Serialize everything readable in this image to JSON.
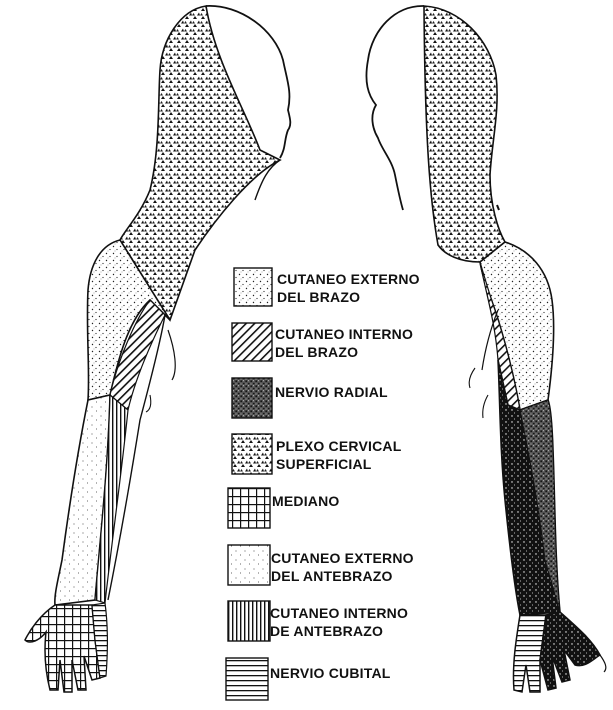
{
  "legend": [
    {
      "key": "cutaneo-externo-brazo",
      "line1": "CUTANEO EXTERNO",
      "line2": "DEL BRAZO"
    },
    {
      "key": "cutaneo-interno-brazo",
      "line1": "CUTANEO INTERNO",
      "line2": "DEL BRAZO"
    },
    {
      "key": "nervio-radial",
      "line1": "NERVIO RADIAL",
      "line2": ""
    },
    {
      "key": "plexo-cervical",
      "line1": "PLEXO CERVICAL",
      "line2": "SUPERFICIAL"
    },
    {
      "key": "mediano",
      "line1": "MEDIANO",
      "line2": ""
    },
    {
      "key": "cutaneo-externo-antebrazo",
      "line1": "CUTANEO EXTERNO",
      "line2": "DEL ANTEBRAZO"
    },
    {
      "key": "cutaneo-interno-antebrazo",
      "line1": "CUTANEO INTERNO",
      "line2": "DE ANTEBRAZO"
    },
    {
      "key": "nervio-cubital",
      "line1": "NERVIO CUBITAL",
      "line2": ""
    }
  ]
}
